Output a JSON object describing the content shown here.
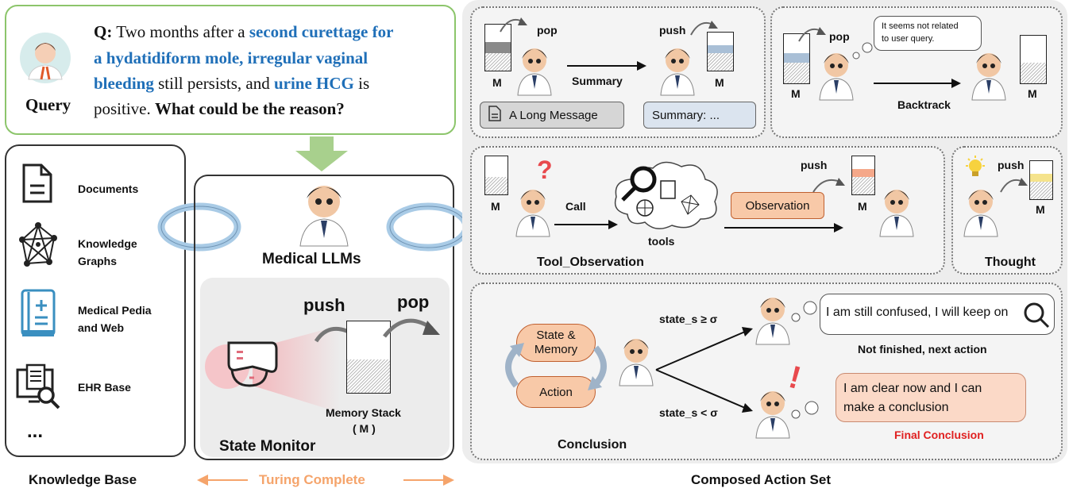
{
  "query": {
    "label": "Query",
    "q_prefix": "Q:",
    "line1_plain": "Two months after a",
    "line1_blue": "second curettage for",
    "line2_blue": "a hydatidiform mole, irregular vaginal",
    "line3_blue": "bleeding",
    "line3_plain": "still persists, and",
    "line3_blue2": "urine HCG",
    "line3_plain2": "is",
    "line4_plain": "positive.",
    "line4_bold": "What could be the reason?"
  },
  "knowledge_base": {
    "title": "Knowledge Base",
    "items": [
      "Documents",
      "Knowledge\nGraphs",
      "Medical Pedia\nand Web",
      "EHR Base",
      "..."
    ]
  },
  "llm": {
    "title": "Medical LLMs",
    "state_monitor": "State Monitor",
    "push": "push",
    "pop": "pop",
    "memory_stack": "Memory Stack",
    "memory_stack_m": "( M )",
    "turing": "Turing Complete"
  },
  "actions": {
    "title": "Composed Action Set",
    "summary": {
      "pop": "pop",
      "push": "push",
      "arrow_label": "Summary",
      "m1": "M",
      "m2": "M",
      "long_message": "A Long Message",
      "summary_box": "Summary: ..."
    },
    "backtrack": {
      "pop": "pop",
      "bubble": "It seems not related\nto user query.",
      "arrow_label": "Backtrack",
      "m1": "M",
      "m2": "M"
    },
    "tool": {
      "m1": "M",
      "call": "Call",
      "tools": "tools",
      "observation": "Observation",
      "push": "push",
      "m2": "M",
      "title": "Tool_Observation"
    },
    "thought": {
      "push": "push",
      "m": "M",
      "title": "Thought"
    },
    "conclusion": {
      "state_memory": "State &\nMemory",
      "action": "Action",
      "cond_ge": "state_s ≥ σ",
      "cond_lt": "state_s < σ",
      "bubble_confused": "I am still confused, I will keep on",
      "not_finished": "Not finished, next action",
      "bubble_clear": "I am clear now and I can\nmake a conclusion",
      "final": "Final Conclusion",
      "title": "Conclusion"
    }
  },
  "colors": {
    "blue_text": "#1f6fb8",
    "query_border": "#8cc56b",
    "accent_orange": "#f5a46b",
    "final_red": "#e02020"
  }
}
